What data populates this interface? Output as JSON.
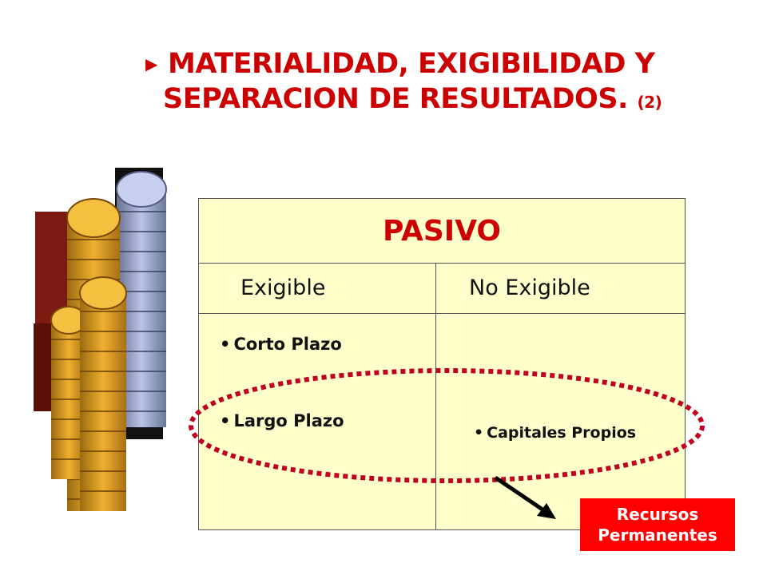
{
  "slide": {
    "title_line1": "MATERIALIDAD, EXIGIBILIDAD Y",
    "title_line2": "SEPARACION DE RESULTADOS.",
    "title_suffix": "(2)",
    "bullet_icon": "play-triangle-icon"
  },
  "table": {
    "header": "PASIVO",
    "col_left": "Exigible",
    "col_right": "No Exigible",
    "left_items": [
      "Corto Plazo",
      "Largo Plazo"
    ],
    "right_items": [
      "Capitales Propios"
    ]
  },
  "badge": {
    "line1": "Recursos",
    "line2": "Permanentes"
  },
  "colors": {
    "accent": "#cc0000",
    "table_bg": "#ffffcc",
    "badge_bg": "#ff0000",
    "ellipse": "#c00020"
  }
}
